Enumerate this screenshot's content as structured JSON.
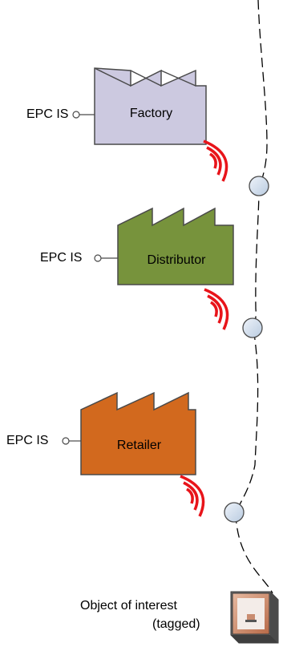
{
  "facilities": [
    {
      "id": "factory",
      "name": "Factory",
      "interface_label": "EPC IS",
      "fill": "#CCC9E0"
    },
    {
      "id": "distributor",
      "name": "Distributor",
      "interface_label": "EPC IS",
      "fill": "#77933C"
    },
    {
      "id": "retailer",
      "name": "Retailer",
      "interface_label": "EPC IS",
      "fill": "#D2691E"
    }
  ],
  "object": {
    "label_line1": "Object of interest",
    "label_line2": "(tagged)"
  },
  "colors": {
    "outline": "#4a4a4a",
    "read_event_node": "#D8E4F0",
    "rfid_waves": "#E8141A",
    "path": "#000000"
  },
  "icons": {
    "rfid_signal": "rfid-waves-icon",
    "read_event": "read-node-icon",
    "tagged_object": "tagged-box-icon",
    "interface": "lollipop-interface-icon"
  }
}
